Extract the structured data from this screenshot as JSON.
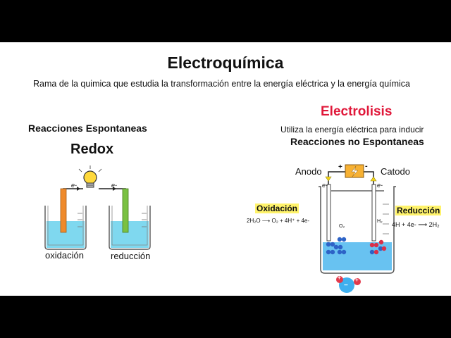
{
  "slide": {
    "title": "Electroquímica",
    "subtitle": "Rama de la quimica que estudia la transformación entre la energía eléctrica y la energía química"
  },
  "left_panel": {
    "heading": "Reacciones Espontaneas",
    "label": "Redox",
    "electron_label_1": "e-",
    "electron_label_2": "e-",
    "left_beaker_label": "oxidación",
    "right_beaker_label": "reducción",
    "colors": {
      "anode": "#ef8a2b",
      "cathode": "#7ac142",
      "solution": "#68d1ec"
    }
  },
  "right_panel": {
    "title": "Electrolisis",
    "description": "Utiliza la energía eléctrica para inducir",
    "subheading": "Reacciones no Espontaneas",
    "anode_label": "Anodo",
    "cathode_label": "Catodo",
    "plus_sign": "+",
    "minus_sign": "-",
    "electron_label_1": "e-",
    "electron_label_2": "e-",
    "oxidation_label": "Oxidación",
    "reduction_label": "Reducción",
    "oxidation_equation": "2H₂O ⟶ O₂ + 4H⁺ + 4e-",
    "reduction_equation": "4H + 4e- ⟶ 2H₂",
    "o2_label": "O₂",
    "h2_label": "H₂",
    "ion_plus": "+",
    "ion_minus": "−",
    "colors": {
      "title": "#e0183a",
      "highlight": "#fff36b",
      "solution": "#4eb7ee",
      "battery": "#f7b133"
    }
  }
}
